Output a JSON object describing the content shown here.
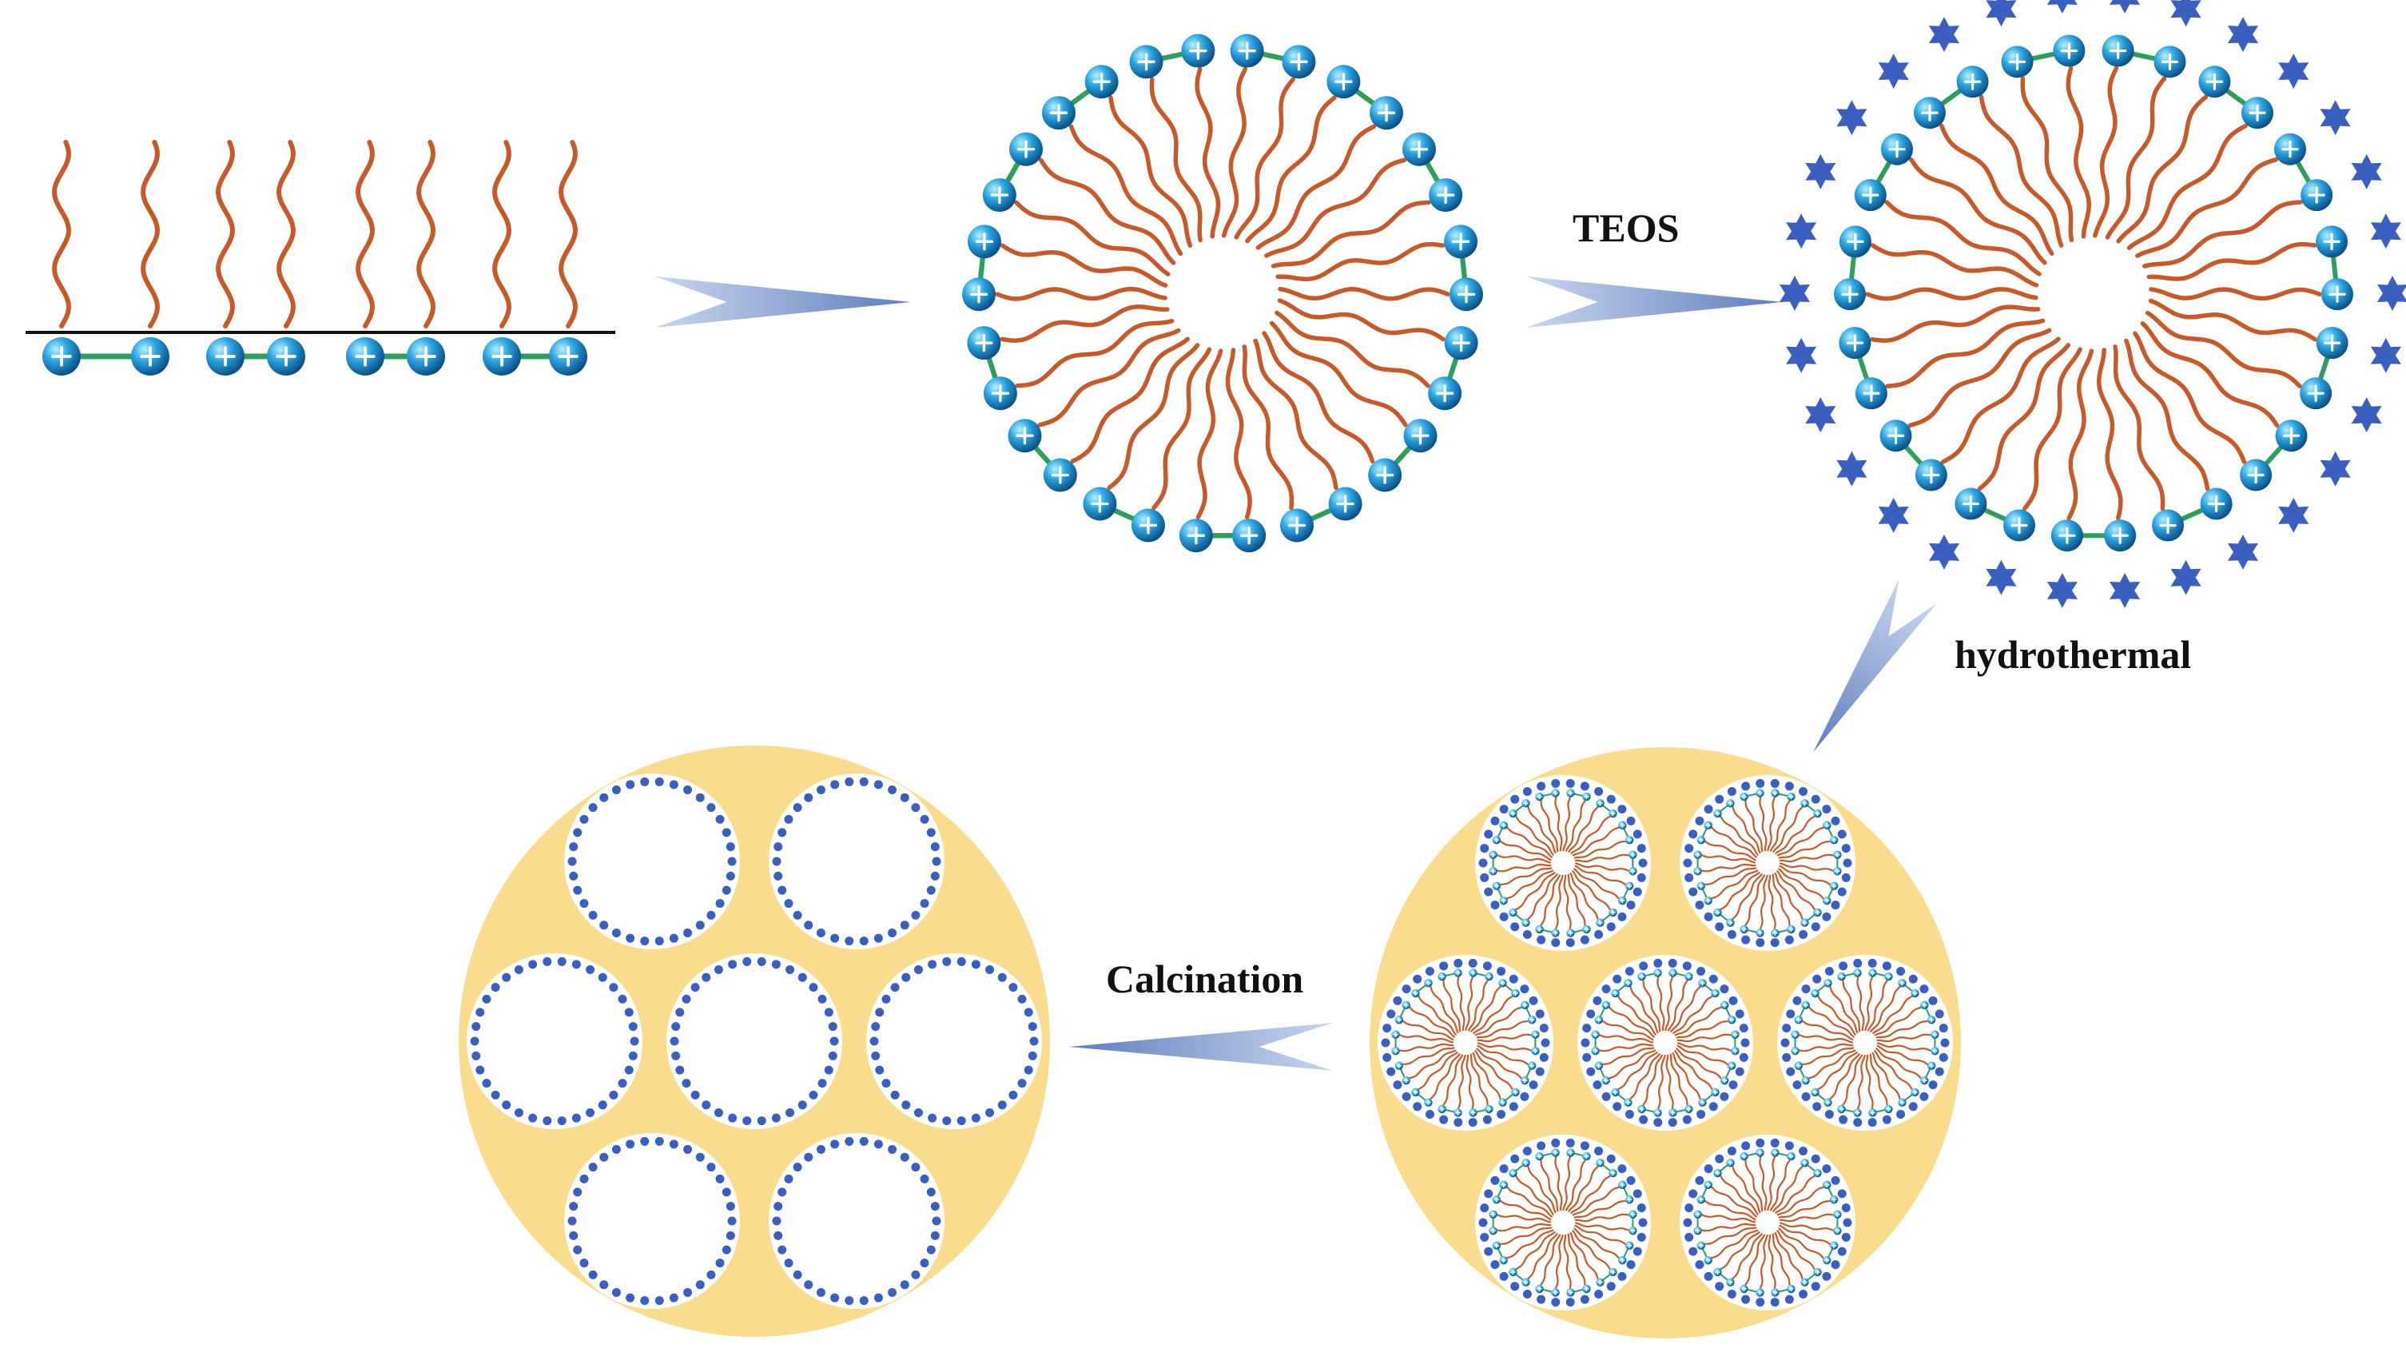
{
  "steps": [
    {
      "id": "teos",
      "label": "TEOS"
    },
    {
      "id": "hydrothermal",
      "label": "hydrothermal"
    },
    {
      "id": "calcination",
      "label": "Calcination"
    }
  ],
  "colors": {
    "tail": "#c65a2a",
    "head": "#1f8fcf",
    "head_highlight": "#8fe0ff",
    "linker": "#2e9e5a",
    "silica_star": "#3a5fbe",
    "arrow": "#7f97c9",
    "matrix": "#f9dc8e",
    "pore": "#ffffff",
    "interface_line": "#111111"
  },
  "icons": {
    "head_group": "cationic-head-icon",
    "silica_species": "six-point-star-icon",
    "reaction_arrow": "chevron-arrow-icon"
  }
}
